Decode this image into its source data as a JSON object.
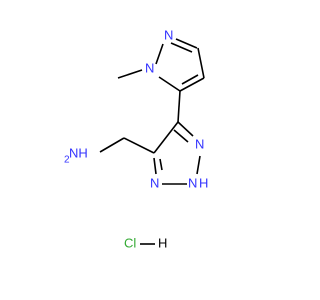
{
  "molecule": {
    "atoms": [
      {
        "id": "n_pz1",
        "label": "N",
        "color": "#3333ff"
      },
      {
        "id": "n_pz2",
        "label": "N",
        "color": "#3333ff"
      },
      {
        "id": "n_tz1",
        "label": "N",
        "color": "#3333ff"
      },
      {
        "id": "n_tz2",
        "label": "N",
        "color": "#3333ff"
      },
      {
        "id": "nh_tz",
        "label": "N",
        "color": "#3333ff"
      },
      {
        "id": "h_tz",
        "label": "H",
        "color": "#3333ff"
      },
      {
        "id": "nh2_n",
        "label": "NH",
        "color": "#3333ff"
      },
      {
        "id": "nh2_h",
        "label": "2",
        "color": "#3333ff"
      },
      {
        "id": "hcl_cl",
        "label": "Cl",
        "color": "#33aa33"
      },
      {
        "id": "hcl_h",
        "label": "H",
        "color": "#000000"
      }
    ],
    "colors": {
      "nitrogen": "#3333ff",
      "chlorine": "#33aa33",
      "carbon_bond": "#000000"
    }
  }
}
